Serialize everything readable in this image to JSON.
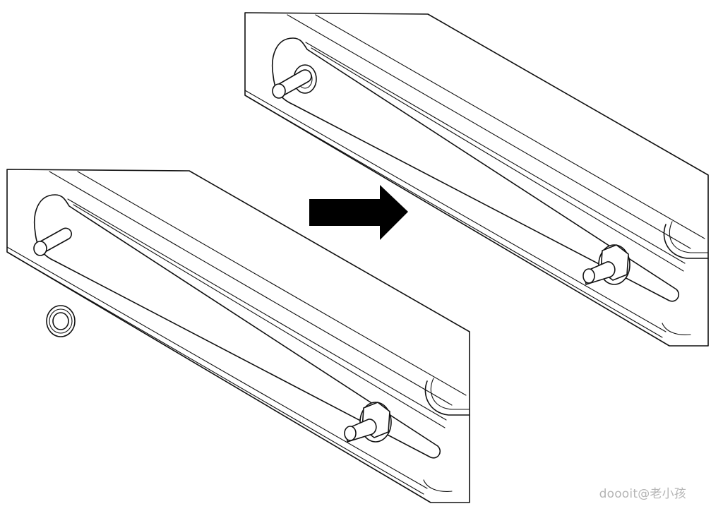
{
  "watermark": "doooit@老小孩",
  "panels": [
    {
      "name": "before",
      "shows": [
        "stud",
        "lock-washer",
        "flange-nut"
      ]
    },
    {
      "name": "after",
      "shows": [
        "stud-with-washer",
        "flange-nut"
      ]
    }
  ],
  "arrow": {
    "direction": "right",
    "color": "#000000"
  }
}
